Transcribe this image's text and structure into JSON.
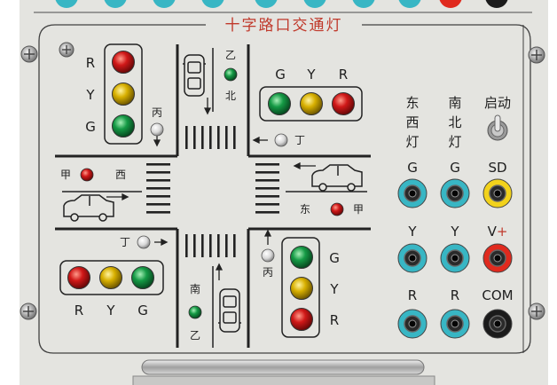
{
  "panel": {
    "title": "十字路口交通灯"
  },
  "colors": {
    "panel_bg": "#e6e6e2",
    "line": "#3a3a3a",
    "title_red": "#c0392b",
    "red": "#d01818",
    "yellow": "#e0b800",
    "green": "#17a34a",
    "teal": "#38b6c4",
    "socket_yellow": "#f2d21b",
    "socket_red": "#e02a1e",
    "socket_black": "#1b1b1b"
  },
  "signals": {
    "nw": {
      "labels": [
        "R",
        "Y",
        "G"
      ]
    },
    "ne": {
      "labels": [
        "G",
        "Y",
        "R"
      ]
    },
    "sw": {
      "labels": [
        "R",
        "Y",
        "G"
      ]
    },
    "se": {
      "labels": [
        "G",
        "Y",
        "R"
      ]
    }
  },
  "road_labels": {
    "n_top": "乙",
    "n_dir": "北",
    "s_dir": "南",
    "s_bottom": "乙",
    "w_jia": "甲",
    "w_dir": "西",
    "e_dir": "东",
    "e_jia": "甲",
    "bing_n": "丙",
    "bing_s": "丙",
    "ding_e": "丁",
    "ding_w": "丁"
  },
  "controls": {
    "headers": [
      {
        "chars": [
          "东",
          "西",
          "灯"
        ]
      },
      {
        "chars": [
          "南",
          "北",
          "灯"
        ]
      },
      {
        "chars": [
          "启动"
        ]
      }
    ],
    "rows": [
      {
        "labels": [
          "G",
          "G",
          "SD"
        ],
        "colors": [
          "teal",
          "teal",
          "yellow"
        ]
      },
      {
        "labels": [
          "Y",
          "Y",
          "V+"
        ],
        "colors": [
          "teal",
          "teal",
          "red"
        ]
      },
      {
        "labels": [
          "R",
          "R",
          "COM"
        ],
        "colors": [
          "teal",
          "teal",
          "black"
        ]
      }
    ]
  }
}
